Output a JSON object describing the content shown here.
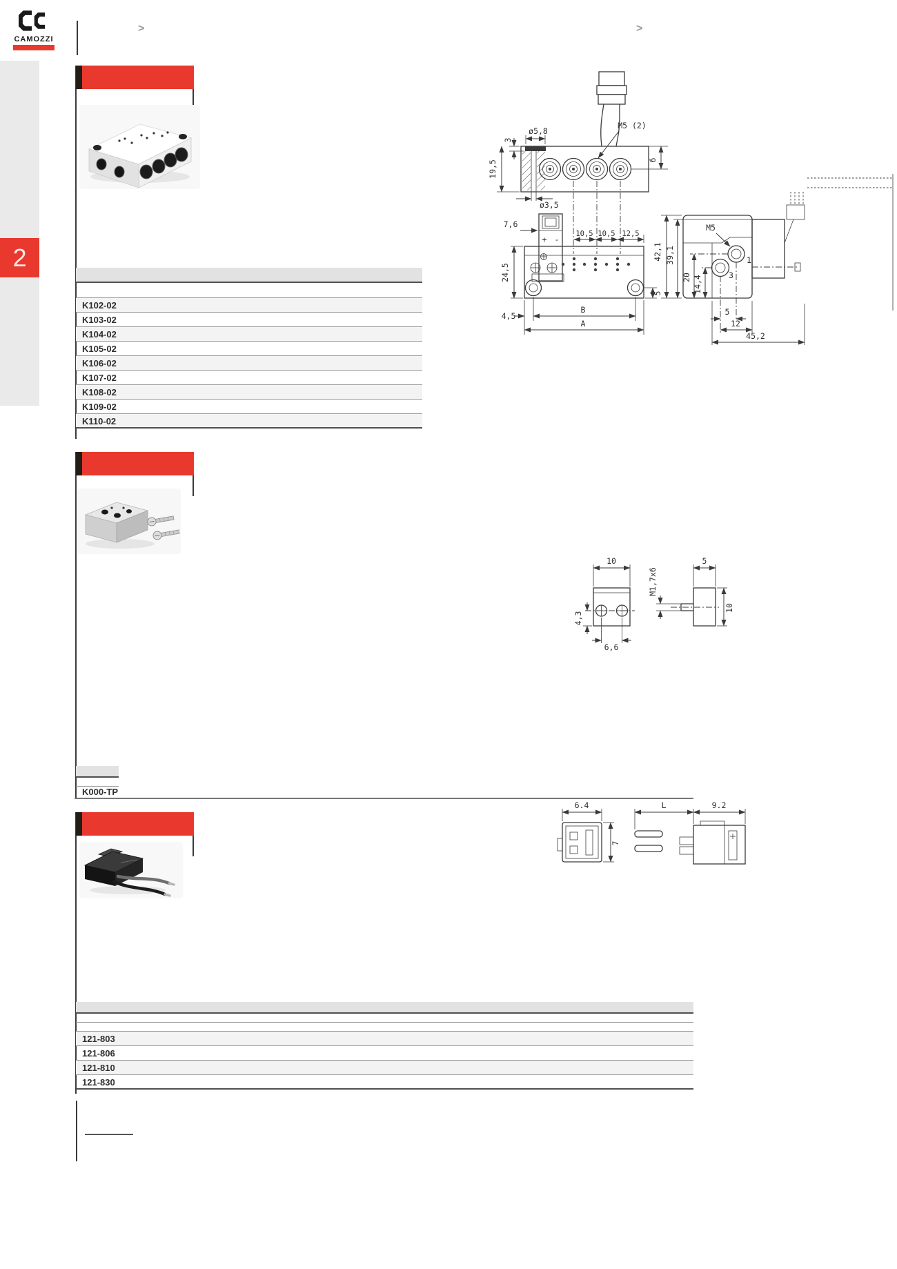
{
  "header": {
    "brand": "CAMOZZI",
    "chevron_left": ">",
    "chevron_right": ">"
  },
  "sidebar": {
    "chapter_tab": "2"
  },
  "colors": {
    "accent_red": "#e9392e",
    "bar_notch_black": "#241d16",
    "table_header_bg": "#e2e2e2",
    "row_alt_bg": "#f3f3f3"
  },
  "tables": {
    "manifold": {
      "rows": [
        "K102-02",
        "K103-02",
        "K104-02",
        "K105-02",
        "K106-02",
        "K107-02",
        "K108-02",
        "K109-02",
        "K110-02"
      ]
    },
    "plate": {
      "rows": [
        "K000-TP"
      ]
    },
    "connector": {
      "rows": [
        "121-803",
        "121-806",
        "121-810",
        "121-830"
      ]
    }
  },
  "drawings": {
    "manifold_section": {
      "depth": "3",
      "dia_top": "ø5,8",
      "thread_top": "M5 (2)",
      "height": "19,5",
      "dia_hole": "ø3,5",
      "port_axis": "6"
    },
    "manifold_front": {
      "valve_offset": "7,6",
      "pitch_a": "10,5",
      "pitch_b": "10,5",
      "pitch_c": "12,5",
      "height": "24,5",
      "hole_edge": "5",
      "edge_offset": "4,5",
      "dim_b": "B",
      "dim_a": "A",
      "plus": "+",
      "minus": "-"
    },
    "manifold_side": {
      "thread": "M5",
      "port1": "1",
      "port3": "3",
      "h_total": "42,1",
      "h_valve": "39,1",
      "h_port1": "20",
      "h_port3": "14,4",
      "w_ports": "5",
      "w_port1": "12",
      "depth_total": "45,2"
    },
    "plate_front": {
      "width": "10",
      "screw_axis": "4,3",
      "screw_pitch": "6,6"
    },
    "plate_side": {
      "depth": "5",
      "thread": "M1,7x6",
      "height": "10"
    },
    "connector_front": {
      "width": "6.4",
      "height": "7"
    },
    "connector_side": {
      "wire_length": "L",
      "body_depth": "9.2"
    }
  }
}
